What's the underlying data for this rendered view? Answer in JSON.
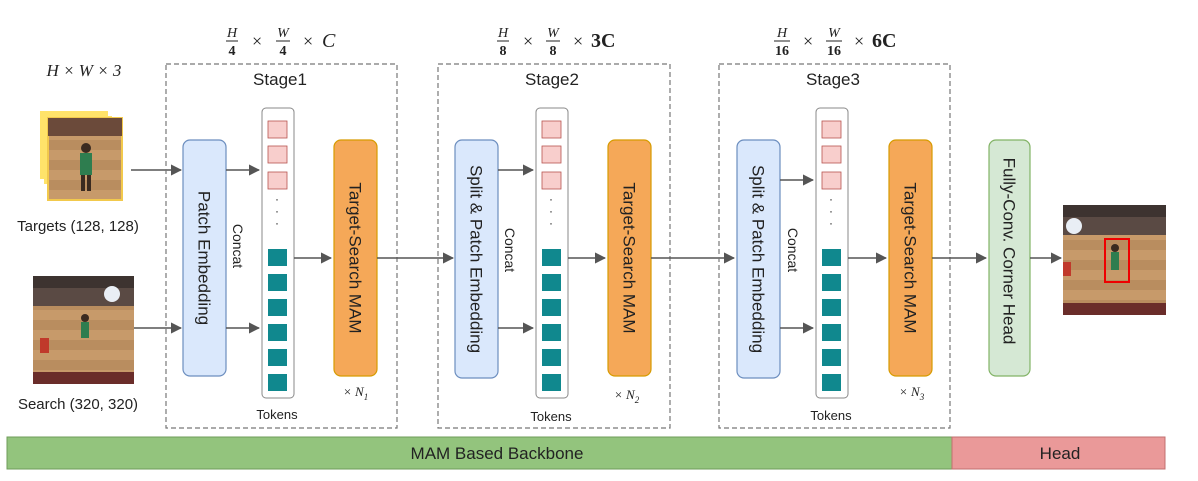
{
  "input_dims": "H × W × 3",
  "targets_label": "Targets (128, 128)",
  "search_label": "Search (320, 320)",
  "stages": [
    {
      "title": "Stage1",
      "dims": {
        "h_den": "4",
        "w_den": "4",
        "c": "C"
      },
      "embed_label": "Patch Embedding",
      "concat_label": "Concat",
      "tokens_label": "Tokens",
      "mam_label": "Target-Search MAM",
      "repeat": "× N",
      "repeat_sub": "1"
    },
    {
      "title": "Stage2",
      "dims": {
        "h_den": "8",
        "w_den": "8",
        "c": "3C"
      },
      "embed_label": "Split & Patch Embedding",
      "concat_label": "Concat",
      "tokens_label": "Tokens",
      "mam_label": "Target-Search MAM",
      "repeat": "× N",
      "repeat_sub": "2"
    },
    {
      "title": "Stage3",
      "dims": {
        "h_den": "16",
        "w_den": "16",
        "c": "6C"
      },
      "embed_label": "Split & Patch Embedding",
      "concat_label": "Concat",
      "tokens_label": "Tokens",
      "mam_label": "Target-Search MAM",
      "repeat": "× N",
      "repeat_sub": "3"
    }
  ],
  "head_block_label": "Fully-Conv. Corner Head",
  "bottom_bar": {
    "backbone": "MAM Based Backbone",
    "head": "Head"
  },
  "tokens": {
    "target_count": 3,
    "search_count": 6
  },
  "colors": {
    "embed_fill": "#dae8fc",
    "embed_stroke": "#6c8ebf",
    "mam_fill": "#f5a858",
    "mam_stroke": "#d79b00",
    "head_fill": "#d5e8d4",
    "head_stroke": "#82b366",
    "target_token": "#f8cecc",
    "target_token_stroke": "#b85450",
    "search_token": "#10888e",
    "backbone_bar": "#93c47d",
    "head_bar": "#ea9999",
    "arrow": "#555555"
  }
}
